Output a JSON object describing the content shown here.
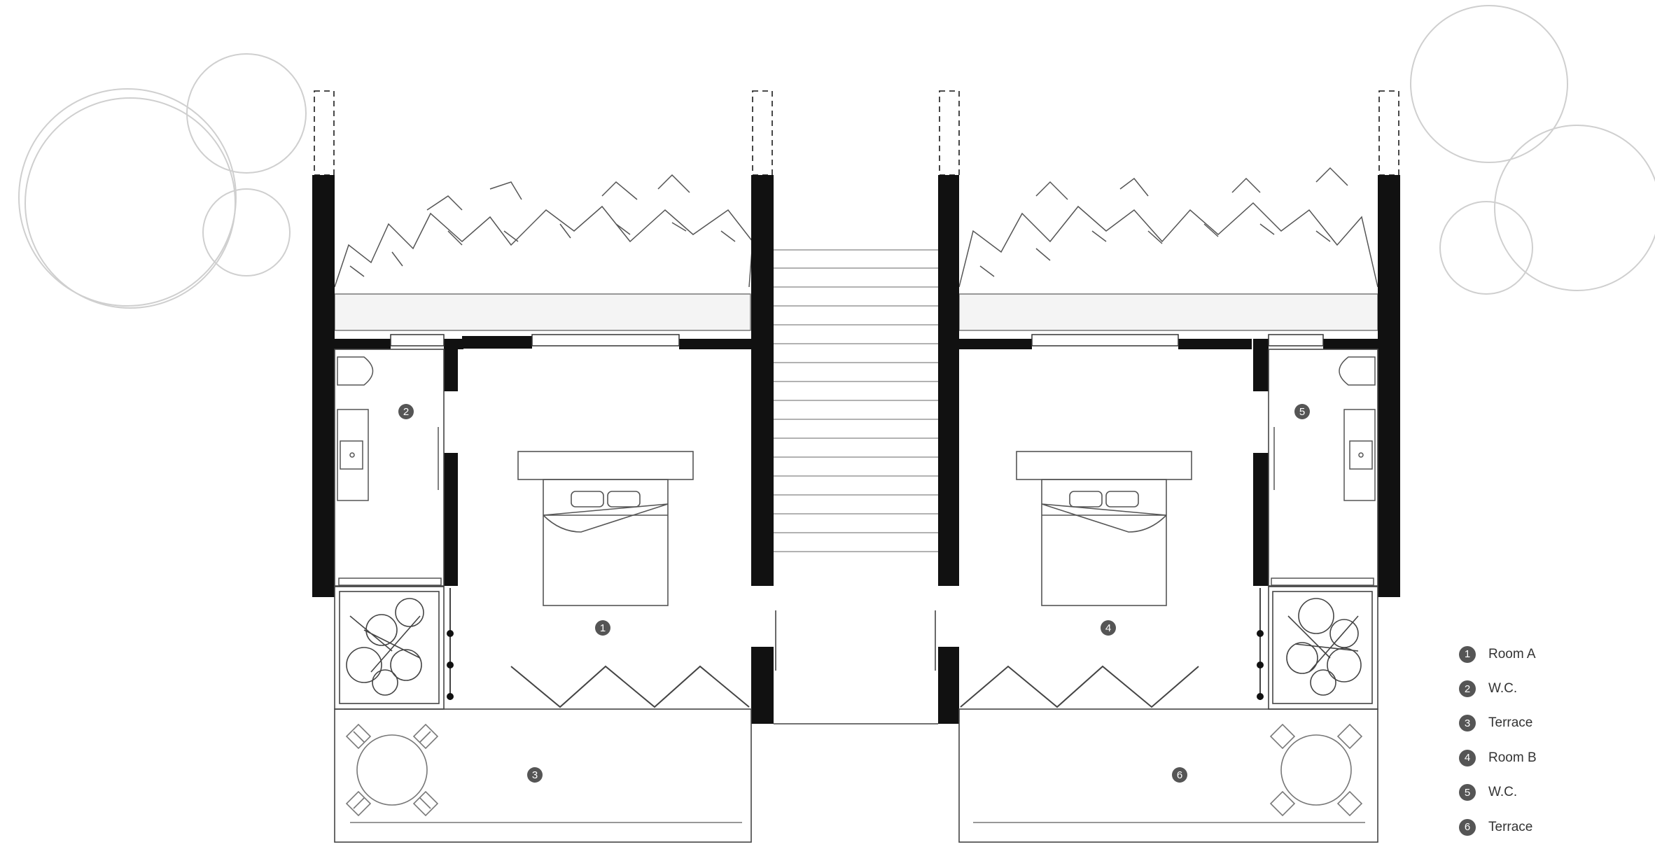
{
  "legend": {
    "items": [
      {
        "num": "1",
        "label": "Room A"
      },
      {
        "num": "2",
        "label": "W.C."
      },
      {
        "num": "3",
        "label": "Terrace"
      },
      {
        "num": "4",
        "label": "Room B"
      },
      {
        "num": "5",
        "label": "W.C."
      },
      {
        "num": "6",
        "label": "Terrace"
      }
    ]
  },
  "markers": {
    "room_a": "1",
    "wc_a": "2",
    "terrace_a": "3",
    "room_b": "4",
    "wc_b": "5",
    "terrace_b": "6"
  },
  "colors": {
    "wall": "#111111",
    "line": "#8a8a8a",
    "tree": "#cfcfcf",
    "marker": "#555555"
  }
}
